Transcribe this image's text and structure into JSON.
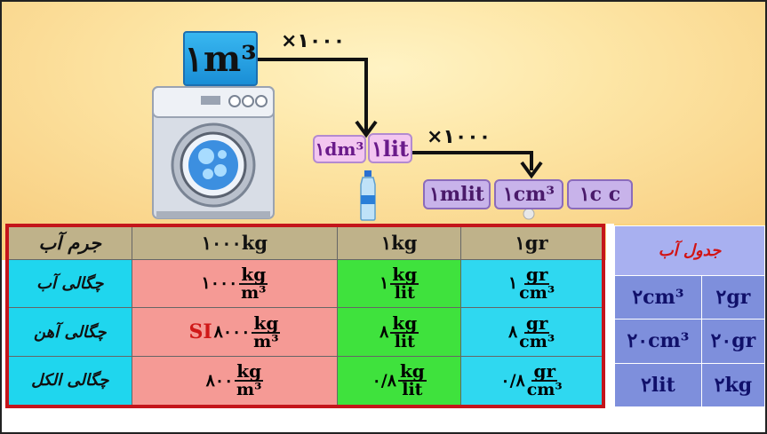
{
  "conversion": {
    "m3": "۱m³",
    "times1": "×۱۰۰۰",
    "dm3": "۱dm³",
    "lit": "۱lit",
    "times2": "×۱۰۰۰",
    "mlit": "۱mlit",
    "cm3": "۱cm³",
    "cc": "۱c c"
  },
  "table": {
    "headers": [
      "جرم آب",
      "۱۰۰۰kg",
      "۱kg",
      "۱gr"
    ],
    "rows": [
      {
        "label": "چگالی آب",
        "c1": {
          "pre": "",
          "n": "۱۰۰۰",
          "num": "kg",
          "den": "m³"
        },
        "c2": {
          "n": "۱",
          "num": "kg",
          "den": "lit"
        },
        "c3": {
          "n": "۱",
          "num": "gr",
          "den": "cm³"
        }
      },
      {
        "label": "چگالی آهن",
        "c1": {
          "pre": "SI",
          "n": "۸۰۰۰",
          "num": "kg",
          "den": "m³"
        },
        "c2": {
          "n": "۸",
          "num": "kg",
          "den": "lit"
        },
        "c3": {
          "n": "۸",
          "num": "gr",
          "den": "cm³"
        }
      },
      {
        "label": "چگالی الکل",
        "c1": {
          "pre": "",
          "n": "۸۰۰",
          "num": "kg",
          "den": "m³"
        },
        "c2": {
          "n": "۰/۸",
          "num": "kg",
          "den": "lit"
        },
        "c3": {
          "n": "۰/۸",
          "num": "gr",
          "den": "cm³"
        }
      }
    ]
  },
  "side": {
    "title": "جدول آب",
    "rows": [
      [
        "۲cm³",
        "۲gr"
      ],
      [
        "۲۰cm³",
        "۲۰gr"
      ],
      [
        "۲lit",
        "۲kg"
      ]
    ]
  }
}
